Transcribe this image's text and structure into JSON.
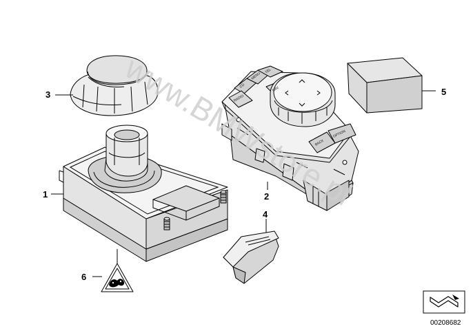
{
  "diagram": {
    "watermark": "www.BMWstore.pl",
    "callouts": {
      "c1": "1",
      "c2": "2",
      "c3": "3",
      "c4": "4",
      "c5": "5",
      "c6": "6"
    },
    "controller_buttons": {
      "cd": "CD",
      "menu": "MENU",
      "tel": "TEL",
      "radio": "RADIO",
      "nav": "NAV",
      "back": "BACK",
      "option": "OPTION"
    },
    "reference_number": "00208682",
    "icons": [
      "direction-arrow-icon",
      "warning-triangle-icon"
    ],
    "colors": {
      "line": "#000000",
      "fill_light": "#f2f2f2",
      "fill_mid": "#dddddd",
      "fill_dark": "#bdbdbd",
      "watermark": "#cfcfcf"
    }
  }
}
